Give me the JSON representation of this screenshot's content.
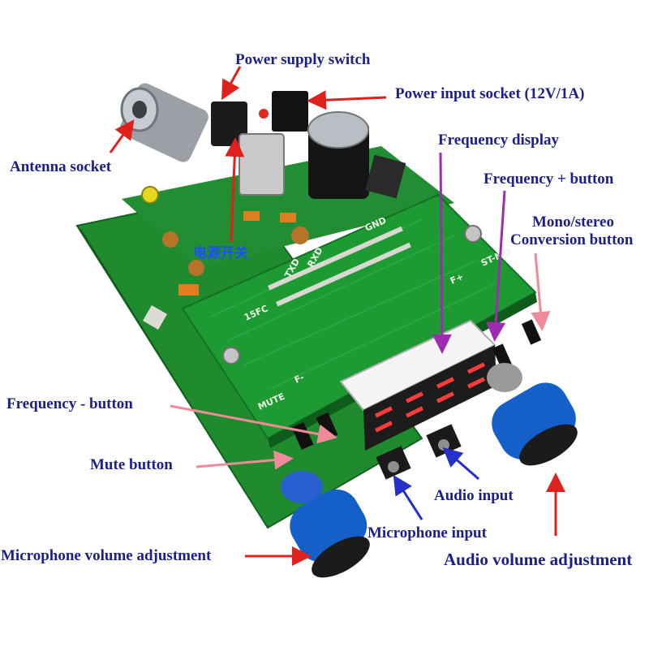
{
  "labels": {
    "power_switch": "Power supply switch",
    "power_input": "Power input socket (12V/1A)",
    "antenna": "Antenna socket",
    "freq_display": "Frequency display",
    "freq_plus": "Frequency + button",
    "mono_stereo_1": "Mono/stereo",
    "mono_stereo_2": "Conversion button",
    "freq_minus": "Frequency - button",
    "mute": "Mute button",
    "audio_input": "Audio input",
    "mic_input": "Microphone input",
    "mic_volume": "Microphone volume adjustment",
    "audio_volume": "Audio volume adjustment",
    "power_switch_cn": "电源开关"
  },
  "board_silkscreen": {
    "gnd": "GND",
    "rxd": "RXD",
    "txd": "TXD",
    "fc": "15FC",
    "mute": "MUTE",
    "f_minus": "F-",
    "f_plus": "F+",
    "st_mo": "ST-MO"
  },
  "colors": {
    "label_text": "#1a1f8c",
    "arrow_red": "#e0201b",
    "arrow_purple": "#a02bb3",
    "arrow_blue": "#2530c8",
    "arrow_pink": "#f08a9a",
    "pcb_green": "#1f8a2e",
    "knob_blue": "#1565c8",
    "display_red": "#ff3b3b"
  }
}
